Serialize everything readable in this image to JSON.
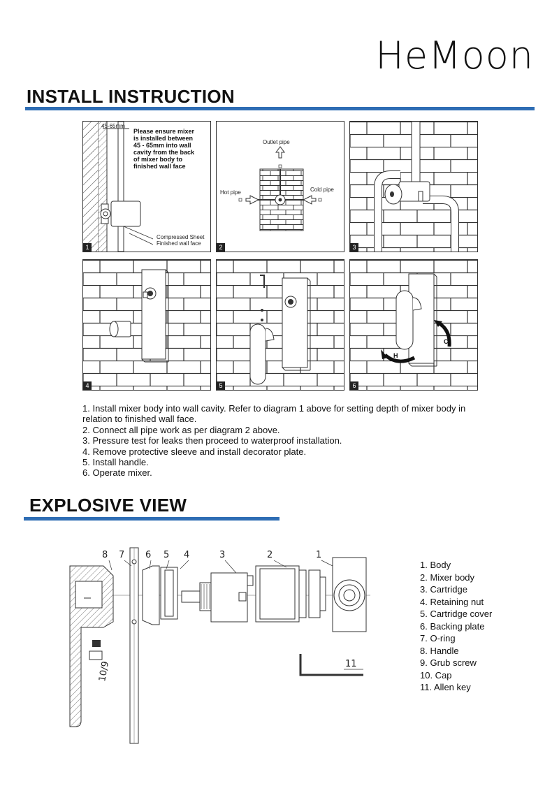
{
  "brand": "HeMoon",
  "install": {
    "title": "INSTALL INSTRUCTION",
    "panels": [
      {
        "number": "1",
        "note": [
          "Please ensure mixer",
          "is installed between",
          "45 - 65mm into wall",
          "cavity from the back",
          "of mixer body to",
          "finished wall face"
        ],
        "dimension": "45-65mm",
        "label_a": "Compressed Sheet",
        "label_b": "Finished wall face"
      },
      {
        "number": "2",
        "outlet": "Outlet pipe",
        "hot": "Hot pipe",
        "cold": "Cold pipe"
      },
      {
        "number": "3"
      },
      {
        "number": "4"
      },
      {
        "number": "5"
      },
      {
        "number": "6",
        "h": "H",
        "c": "C"
      }
    ],
    "steps": [
      "1. Install mixer body into wall cavity. Refer to diagram 1 above for setting depth of mixer body in",
      "relation to finished wall face.",
      "2. Connect all pipe work as per diagram 2 above.",
      "3. Pressure test for leaks then proceed to waterproof installation.",
      "4. Remove protective sleeve and install decorator plate.",
      "5. Install handle.",
      "6. Operate mixer."
    ]
  },
  "explosive": {
    "title": "EXPLOSIVE VIEW",
    "callouts": [
      "8",
      "7",
      "6",
      "5",
      "4",
      "3",
      "2",
      "1",
      "11",
      "10/9"
    ],
    "parts": [
      "1. Body",
      "2. Mixer body",
      "3. Cartridge",
      "4. Retaining nut",
      "5. Cartridge cover",
      "6. Backing plate",
      "7. O-ring",
      "8. Handle",
      "9. Grub screw",
      "10. Cap",
      "11. Allen key"
    ]
  },
  "colors": {
    "rule": "#2e6db4"
  }
}
